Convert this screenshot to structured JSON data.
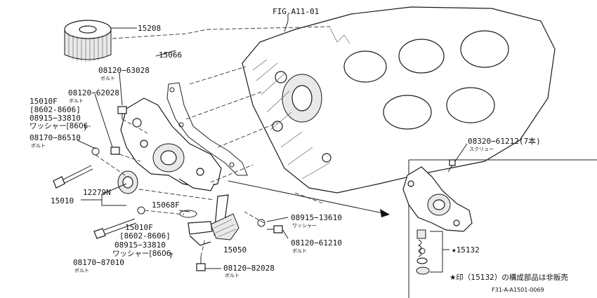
{
  "figure_id": "FIG.A11-01",
  "drawing_number": "F31-A-A1501-0069",
  "note": "★印（15132）の構成部品は非販売",
  "labels": {
    "p15208": "15208",
    "p15066": "15066",
    "p08120_63028": "08120−63028",
    "bolt_a": "ボルト",
    "p08120_62028_top": "08120−62028",
    "bolt_b": "ボルト",
    "p15010F_top": "15010F",
    "range_top_a": "[8602-8606]",
    "p08915_33810_top": "08915−33810",
    "washer_range_top": "ワッシャー[8606-",
    "bracket_close_top": ")",
    "p08170_86510": "08170−86510",
    "bolt_c": "ボルト",
    "p15010": "15010",
    "p12279N": "12279N",
    "p15068F": "15068F",
    "p15010F_bot": "15010F",
    "range_bot_a": "[8602-8606]",
    "p08915_33810_bot": "08915−33810",
    "washer_range_bot": "ワッシャー[8606-",
    "bracket_close_bot": ")",
    "p08170_87010": "08170−87010",
    "bolt_d": "ボルト",
    "p15050": "15050",
    "p08120_82028": "08120−82028",
    "bolt_e": "ボルト",
    "p08915_13610": "08915−13610",
    "washer_b": "ワッシャー",
    "p08120_61210": "08120−61210",
    "bolt_f": "ボルト",
    "p08320_61212": "08320−61212(7本)",
    "screw": "スクリュー",
    "p15132": "★15132"
  }
}
